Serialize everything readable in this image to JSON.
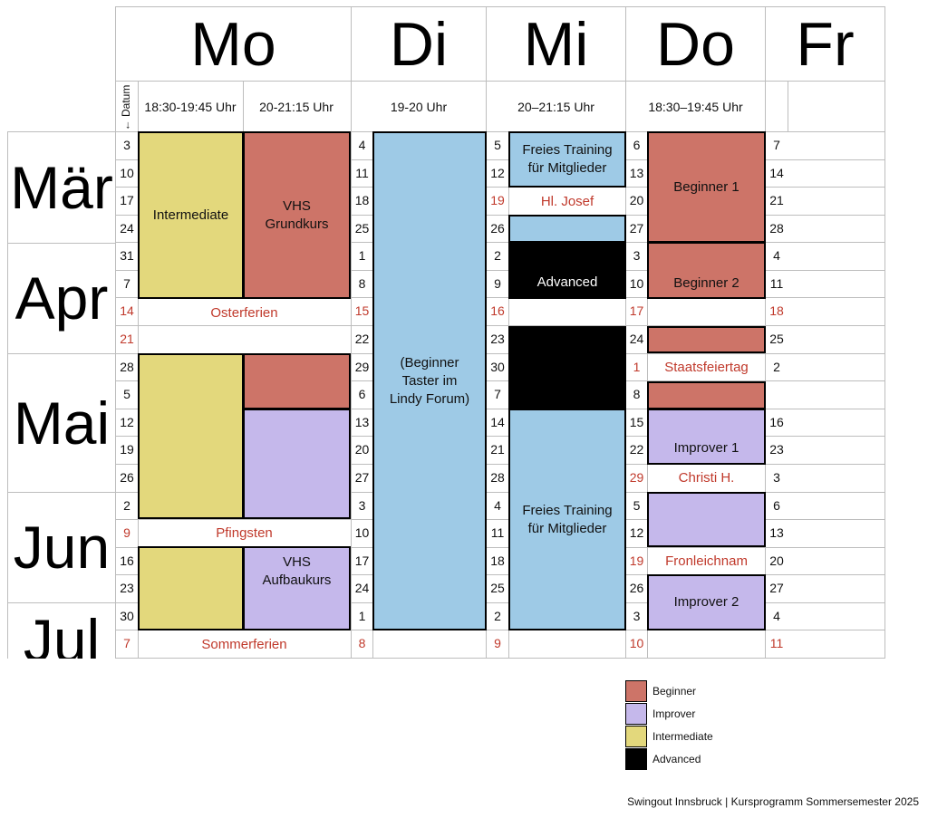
{
  "colors": {
    "beginner": "#cd7468",
    "improver": "#c5b8eb",
    "intermediate": "#e3d87c",
    "advanced": "#000000",
    "training": "#9ecae6",
    "holiday_text": "#c0392b"
  },
  "days": {
    "mo": "Mo",
    "di": "Di",
    "mi": "Mi",
    "do": "Do",
    "fr": "Fr"
  },
  "datum_label": "← Datum",
  "times": {
    "mo1": "18:30-19:45 Uhr",
    "mo2": "20-21:15 Uhr",
    "di": "19-20 Uhr",
    "mi": "20–21:15 Uhr",
    "do": "18:30–19:45 Uhr"
  },
  "months": {
    "mar": "Mär",
    "apr": "Apr",
    "mai": "Mai",
    "jun": "Jun",
    "jul": "Jul"
  },
  "dates": {
    "mo": [
      "3",
      "10",
      "17",
      "24",
      "31",
      "7",
      "14",
      "21",
      "28",
      "5",
      "12",
      "19",
      "26",
      "2",
      "9",
      "16",
      "23",
      "30",
      "7"
    ],
    "di": [
      "4",
      "11",
      "18",
      "25",
      "1",
      "8",
      "15",
      "22",
      "29",
      "6",
      "13",
      "20",
      "27",
      "3",
      "10",
      "17",
      "24",
      "1",
      "8"
    ],
    "mi": [
      "5",
      "12",
      "19",
      "26",
      "2",
      "9",
      "16",
      "23",
      "30",
      "7",
      "14",
      "21",
      "28",
      "4",
      "11",
      "18",
      "25",
      "2",
      "9"
    ],
    "do": [
      "6",
      "13",
      "20",
      "27",
      "3",
      "10",
      "17",
      "24",
      "1",
      "8",
      "15",
      "22",
      "29",
      "5",
      "12",
      "19",
      "26",
      "3",
      "10"
    ],
    "fr": [
      "7",
      "14",
      "21",
      "28",
      "4",
      "11",
      "18",
      "25",
      "2",
      "",
      "16",
      "23",
      "3",
      "6",
      "13",
      "20",
      "27",
      "4",
      "11"
    ]
  },
  "blocks": {
    "intermediate": "Intermediate",
    "vhs_grund": "VHS\nGrundkurs",
    "vhs_aufbau": "VHS\nAufbaukurs",
    "di_taster": "(Beginner\nTaster im\nLindy Forum)",
    "training1": "Freies Training\nfür Mitglieder",
    "training2": "Freies Training\nfür Mitglieder",
    "advanced": "Advanced",
    "beginner1": "Beginner 1",
    "beginner2": "Beginner 2",
    "improver1": "Improver 1",
    "improver2": "Improver 2"
  },
  "notes": {
    "hl_josef": "Hl. Josef",
    "osterferien": "Osterferien",
    "staatsfeiertag": "Staatsfeiertag",
    "christi": "Christi H.",
    "pfingsten": "Pfingsten",
    "fronleichnam": "Fronleichnam",
    "sommerferien": "Sommerferien"
  },
  "legend": {
    "beginner": "Beginner",
    "improver": "Improver",
    "intermediate": "Intermediate",
    "advanced": "Advanced"
  },
  "footer": "Swingout Innsbruck | Kursprogramm Sommersemester 2025"
}
